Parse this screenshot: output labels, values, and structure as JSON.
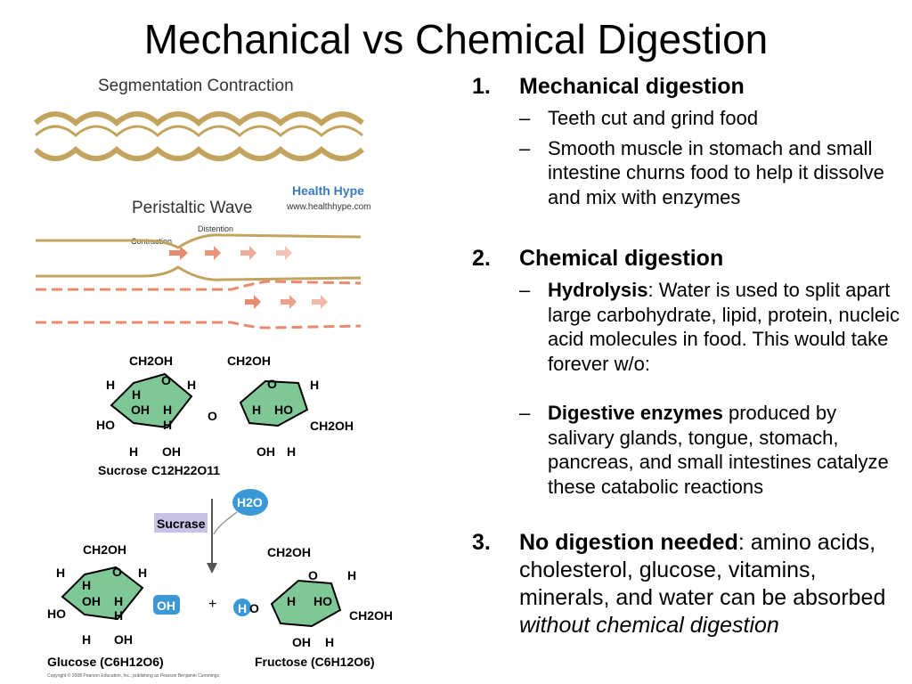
{
  "title": "Mechanical vs Chemical Digestion",
  "list": {
    "item1": {
      "num": "1.",
      "heading": "Mechanical digestion",
      "subs": [
        "Teeth cut and grind food",
        "Smooth muscle in stomach and small intestine churns food to help it dissolve and mix with enzymes"
      ]
    },
    "item2": {
      "num": "2.",
      "heading": "Chemical digestion",
      "sub1_bold": "Hydrolysis",
      "sub1_rest": ": Water is used to split apart large carbohydrate, lipid, protein, nucleic acid molecules in food. This would take forever w/o:",
      "sub2_bold": "Digestive enzymes",
      "sub2_rest": " produced by salivary glands, tongue, stomach, pancreas, and small intestines catalyze these catabolic reactions"
    },
    "item3": {
      "num": "3.",
      "bold": "No digestion needed",
      "rest": ": amino acids, cholesterol, glucose, vitamins, minerals, and water can be absorbed ",
      "italic": "without chemical digestion"
    }
  },
  "figure": {
    "seg_label": "Segmentation Contraction",
    "peri_label": "Peristaltic Wave",
    "brand": "Health Hype",
    "url": "www.healthhype.com",
    "distention": "Distention",
    "contraction": "Contraction",
    "sucrose": "Sucrose (C",
    "sucrose_formula": "C12H22O11",
    "water": "H2O",
    "enzyme": "Sucrase",
    "glucose": "Glucose (C6H12O6)",
    "fructose": "Fructose (C6H12O6)",
    "plus": "+",
    "ch2oh": "CH2OH",
    "copyright": "Copyright © 2008 Pearson Education, Inc., publishing as Pearson Benjamin Cummings."
  },
  "colors": {
    "accent_blue": "#3a98d6",
    "ring_green": "#7fc797",
    "wave_gold": "#c3a45f",
    "arrow_orange": "#e88a6e",
    "enzyme_box": "#c7c3e6"
  }
}
